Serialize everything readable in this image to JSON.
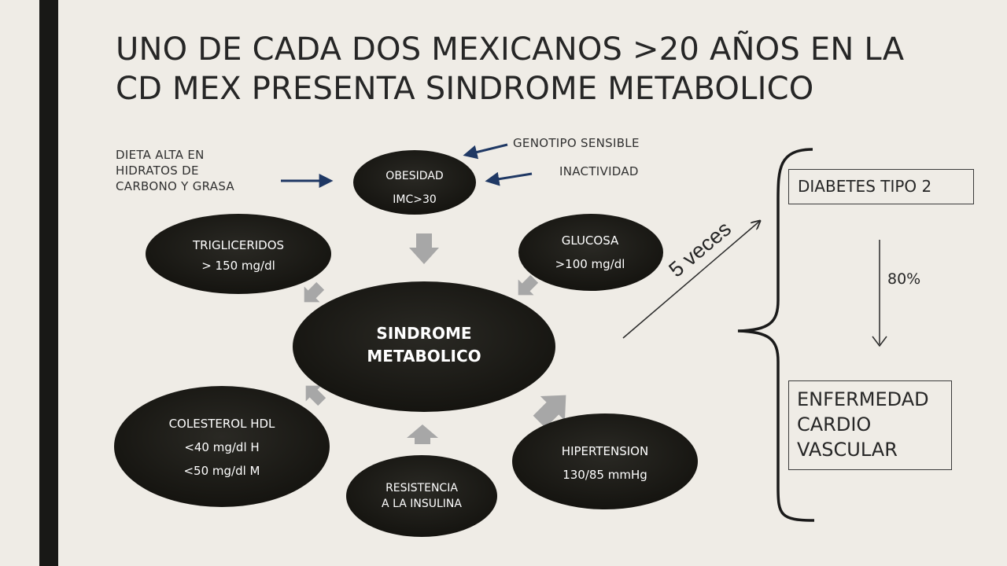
{
  "title": {
    "line1": "UNO DE CADA DOS MEXICANOS >20 AÑOS EN LA",
    "line2": "CD MEX  PRESENTA SINDROME METABOLICO"
  },
  "side_labels": {
    "diet_1": "DIETA ALTA EN",
    "diet_2": "HIDRATOS DE",
    "diet_3": "CARBONO Y GRASA",
    "genotype": "GENOTIPO SENSIBLE",
    "inactivity": "INACTIVIDAD"
  },
  "nodes": {
    "center": {
      "line1": "SINDROME",
      "line2": "METABOLICO"
    },
    "obesity": {
      "line1": "OBESIDAD",
      "line2": "IMC>30"
    },
    "glucose": {
      "line1": "GLUCOSA",
      "line2": ">100 mg/dl"
    },
    "hypertension": {
      "line1": "HIPERTENSION",
      "line2": "130/85 mmHg"
    },
    "insulin": {
      "line1": "RESISTENCIA",
      "line2": "A LA INSULINA"
    },
    "hdl": {
      "line1": "COLESTEROL HDL",
      "line2": "<40 mg/dl H",
      "line3": "<50 mg/dl M"
    },
    "triglycerides": {
      "line1": "TRIGLICERIDOS",
      "line2": "> 150 mg/dl"
    }
  },
  "outcomes": {
    "multiplier": "5 veces",
    "diabetes": "DIABETES TIPO 2",
    "percent": "80%",
    "cvd_1": "ENFERMEDAD",
    "cvd_2": "CARDIO",
    "cvd_3": "VASCULAR"
  },
  "colors": {
    "background": "#efece6",
    "node_fill": "#1c1b17",
    "connector_arrow": "#a7a7a7",
    "input_arrow": "#1f3864"
  }
}
